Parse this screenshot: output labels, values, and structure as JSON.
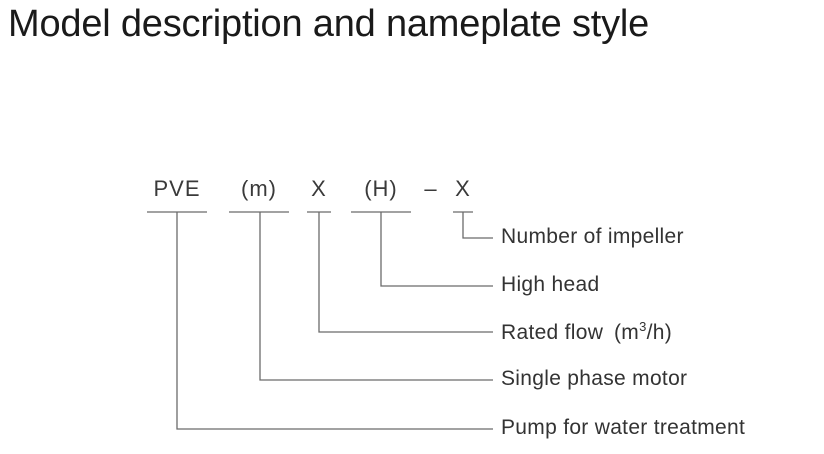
{
  "title": "Model description and nameplate style",
  "model_code": {
    "segments": [
      "PVE",
      "(m)",
      "X",
      "(H)",
      "X"
    ],
    "separator": "–"
  },
  "descriptions": {
    "impeller": "Number of impeller",
    "head": "High head",
    "flow_prefix": "Rated flow (m",
    "flow_sup": "3",
    "flow_suffix": "/h)",
    "motor": "Single phase motor",
    "pump": "Pump for water treatment"
  },
  "colors": {
    "line": "#6b6b6b",
    "text": "#333333"
  }
}
